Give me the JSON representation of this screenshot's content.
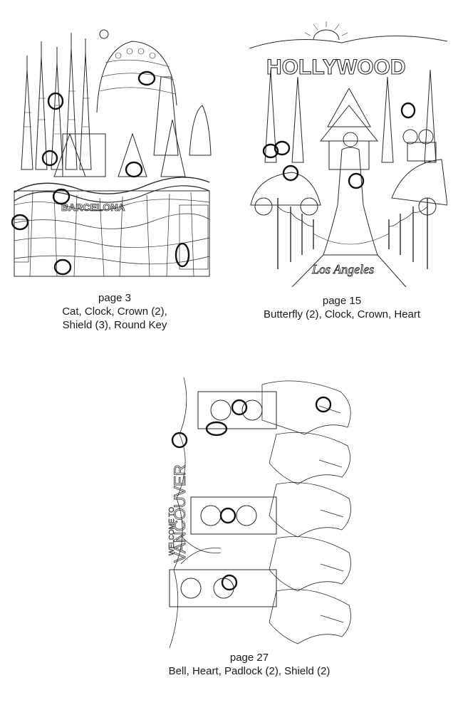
{
  "panels": [
    {
      "page_label": "page 3",
      "items_line1": "Cat, Clock, Crown (2),",
      "items_line2": "Shield (3), Round Key",
      "scene": "barcelona-illustration",
      "art_text": "BARCELONA"
    },
    {
      "page_label": "page 15",
      "items_line1": "Butterfly (2), Clock, Crown, Heart",
      "items_line2": "",
      "scene": "hollywood-illustration",
      "art_text": "HOLLYWOOD",
      "art_text2": "Los Angeles"
    },
    {
      "page_label": "page 27",
      "items_line1": "Bell, Heart, Padlock (2), Shield (2)",
      "items_line2": "",
      "scene": "vancouver-illustration",
      "art_text": "WELCOME TO",
      "art_text2": "VANCOUVER"
    }
  ],
  "colors": {
    "ink": "#2a2a2a",
    "circle": "#111111",
    "paper": "#ffffff"
  }
}
